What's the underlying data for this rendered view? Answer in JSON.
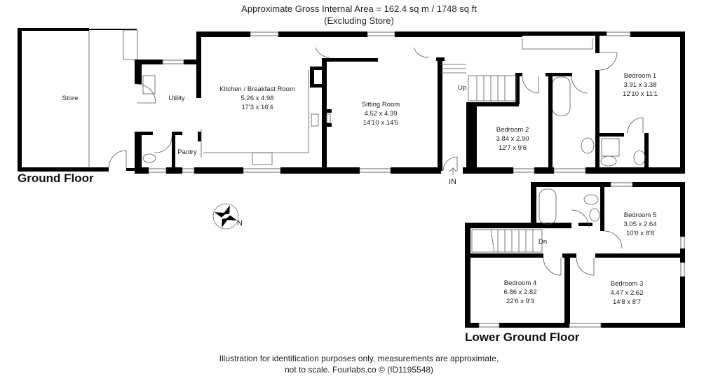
{
  "header": {
    "area_line": "Approximate Gross Internal Area = 162.4 sq m / 1748 sq ft",
    "exclusion_note": "(Excluding Store)"
  },
  "floors": {
    "ground": {
      "title": "Ground Floor",
      "rooms": [
        {
          "name": "Store"
        },
        {
          "name": "Utility"
        },
        {
          "name": "Pantry"
        },
        {
          "name": "Kitchen / Breakfast Room",
          "metric": "5.26 x 4.98",
          "imperial": "17'3 x 16'4"
        },
        {
          "name": "Sitting Room",
          "metric": "4.52 x 4.39",
          "imperial": "14'10 x 14'5"
        },
        {
          "name": "Bedroom 2",
          "metric": "3.84 x 2.90",
          "imperial": "12'7 x 9'6"
        },
        {
          "name": "Bedroom 1",
          "metric": "3.91 x 3.38",
          "imperial": "12'10 x 11'1"
        }
      ],
      "stairs_label": "Up",
      "entrance_label": "IN"
    },
    "lower_ground": {
      "title": "Lower Ground Floor",
      "rooms": [
        {
          "name": "Bedroom 5",
          "metric": "3.05 x 2.64",
          "imperial": "10'0 x 8'8"
        },
        {
          "name": "Bedroom 4",
          "metric": "6.86 x 2.82",
          "imperial": "22'6 x 9'3"
        },
        {
          "name": "Bedroom 3",
          "metric": "4.47 x 2.62",
          "imperial": "14'8 x 8'7"
        }
      ],
      "stairs_label": "Dn"
    }
  },
  "compass": {
    "icon": "compass-rose-icon",
    "label": "N"
  },
  "footer": {
    "line1": "Illustration for identification purposes only, measurements are approximate,",
    "line2": "not to scale. Fourlabs.co © (ID1195548)"
  },
  "colors": {
    "wall": "#000000",
    "background": "#ffffff",
    "text": "#222222",
    "fixture": "#555555"
  }
}
